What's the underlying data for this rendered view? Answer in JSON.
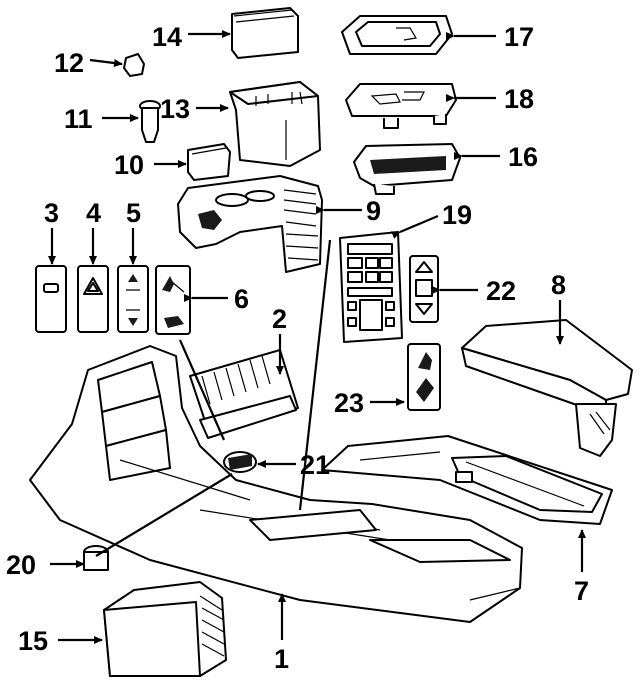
{
  "callouts": {
    "p1": "1",
    "p2": "2",
    "p3": "3",
    "p4": "4",
    "p5": "5",
    "p6": "6",
    "p7": "7",
    "p8": "8",
    "p9": "9",
    "p10": "10",
    "p11": "11",
    "p12": "12",
    "p13": "13",
    "p14": "14",
    "p15": "15",
    "p16": "16",
    "p17": "17",
    "p18": "18",
    "p19": "19",
    "p20": "20",
    "p21": "21",
    "p22": "22",
    "p23": "23"
  },
  "colors": {
    "ink": "#000000",
    "paper": "#ffffff"
  }
}
